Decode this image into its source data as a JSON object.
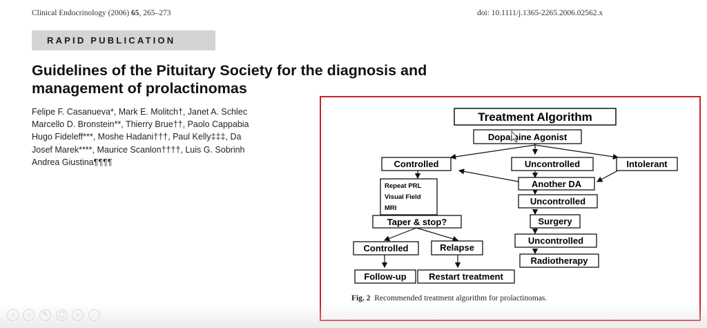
{
  "header": {
    "journal": "Clinical Endocrinology (2006)",
    "volume": "65",
    "pages": ", 265–273",
    "doi": "doi: 10.1111/j.1365-2265.2006.02562.x"
  },
  "banner": "RAPID PUBLICATION",
  "title": {
    "line1": "Guidelines of the Pituitary Society for the diagnosis and",
    "line2": "management of prolactinomas"
  },
  "authors": [
    "Felipe F. Casanueva*, Mark E. Molitch†, Janet A. Schlec",
    "Marcello D. Bronstein**, Thierry Brue††, Paolo Cappabia",
    "Hugo Fideleff***, Moshe Hadani†††, Paul Kelly‡‡‡, Da",
    "Josef Marek****, Maurice Scanlon††††, Luis G. Sobrinh",
    "Andrea Giustina¶¶¶¶"
  ],
  "figure": {
    "heading": "Treatment Algorithm",
    "nodes": {
      "dopamine": "Dopamine Agonist",
      "controlled1": "Controlled",
      "uncontrolled1": "Uncontrolled",
      "intolerant": "Intolerant",
      "another_da": "Another DA",
      "repeat_prl": "Repeat PRL",
      "visual_field": "Visual Field",
      "mri": "MRI",
      "uncontrolled2": "Uncontrolled",
      "taper": "Taper & stop?",
      "surgery": "Surgery",
      "controlled2": "Controlled",
      "relapse": "Relapse",
      "uncontrolled3": "Uncontrolled",
      "radiotherapy": "Radiotherapy",
      "followup": "Follow-up",
      "restart": "Restart treatment"
    },
    "caption_label": "Fig. 2",
    "caption_text": "Recommended treatment algorithm for prolactinomas.",
    "border_color": "#cc1f2a"
  }
}
